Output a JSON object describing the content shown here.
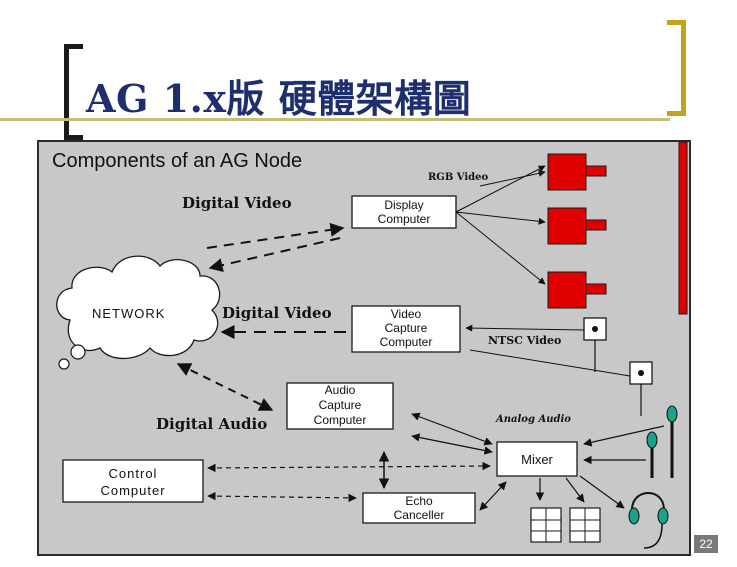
{
  "title": "AG 1.x版 硬體架構圖",
  "page_number": "22",
  "diagram": {
    "heading": "Components of an AG Node",
    "labels": {
      "digital_video_top": "Digital Video",
      "digital_video_mid": "Digital Video",
      "digital_audio": "Digital Audio",
      "rgb_video": "RGB Video",
      "ntsc_video": "NTSC Video",
      "analog_audio": "Analog Audio"
    },
    "nodes": {
      "network": "NETWORK",
      "display_computer": [
        "Display",
        "Computer"
      ],
      "video_capture_computer": [
        "Video",
        "Capture",
        "Computer"
      ],
      "audio_capture_computer": [
        "Audio",
        "Capture",
        "Computer"
      ],
      "control_computer": [
        "Control",
        "Computer"
      ],
      "mixer": "Mixer",
      "echo_canceller": [
        "Echo",
        "Canceller"
      ]
    },
    "colors": {
      "projector": "#e00000",
      "screen_bar": "#e00000",
      "microphone": "#1aa38a",
      "panel_bg": "#c8c8c8",
      "title": "#1f2f6e",
      "bracket_right": "#c2a41c"
    }
  }
}
